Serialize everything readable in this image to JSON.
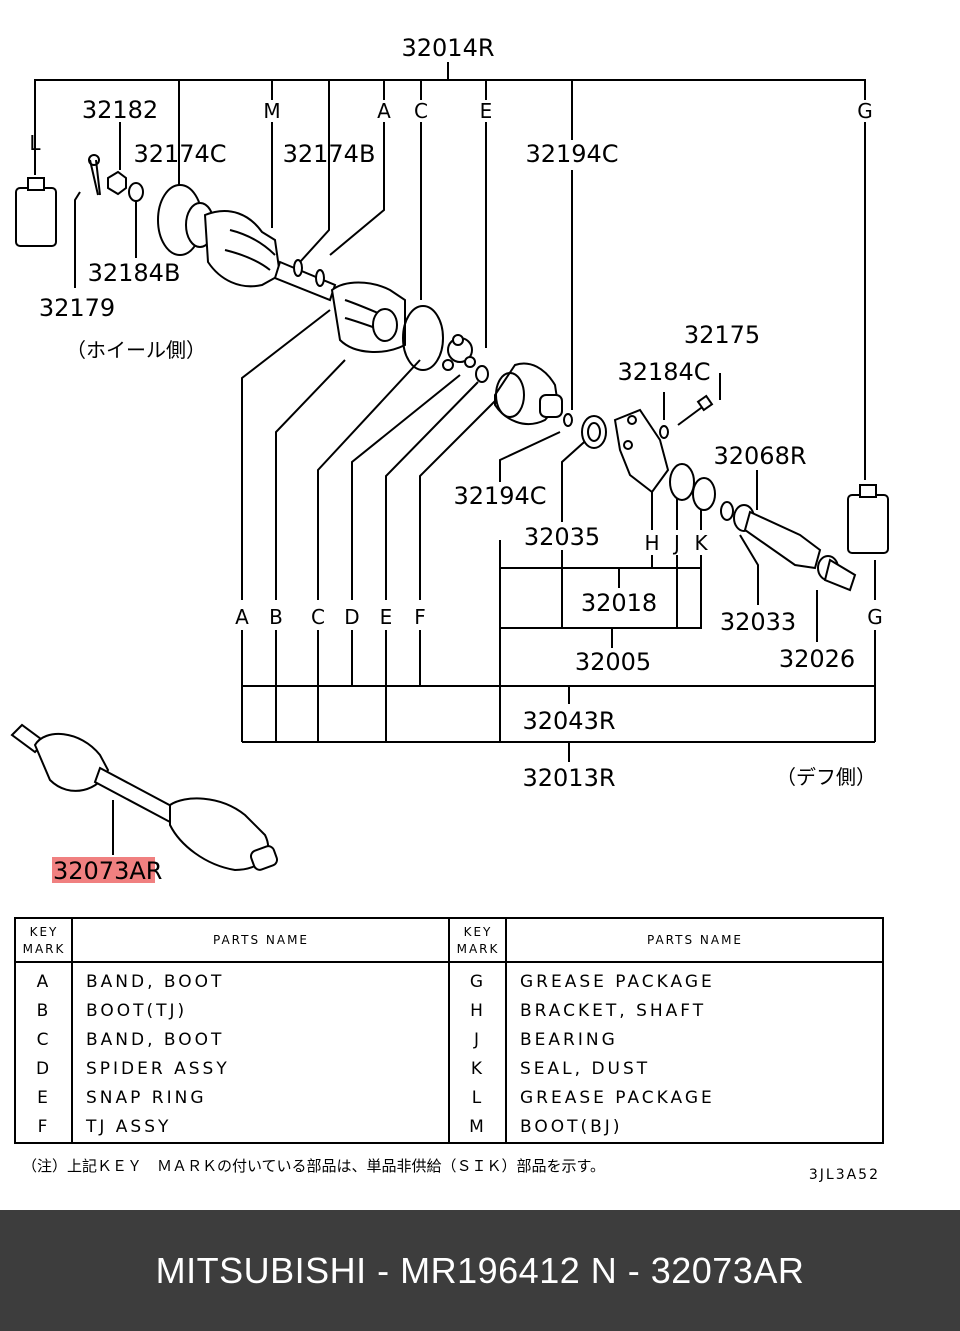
{
  "diagram": {
    "top_assembly_label": "32014R",
    "callouts": {
      "p32182": "32182",
      "p32174C": "32174C",
      "p32174B": "32174B",
      "p32194C_top": "32194C",
      "p32184B": "32184B",
      "p32179": "32179",
      "wheel_side": "（ホイール側）",
      "p32175": "32175",
      "p32184C": "32184C",
      "p32068R": "32068R",
      "p32194C_mid": "32194C",
      "p32035": "32035",
      "p32018": "32018",
      "p32005": "32005",
      "p32033": "32033",
      "p32026": "32026",
      "p32043R": "32043R",
      "p32013R": "32013R",
      "diff_side": "（デフ側）",
      "p32073AR_hl": "32073A",
      "p32073AR_tail": "R"
    },
    "letters": {
      "L": "L",
      "M": "M",
      "A": "A",
      "C": "C",
      "E": "E",
      "G": "G",
      "H": "H",
      "J": "J",
      "K": "K"
    },
    "bottom_letters": [
      "A",
      "B",
      "C",
      "D",
      "E",
      "F"
    ],
    "highlight_color": "#f08080"
  },
  "table": {
    "key_header": "KEY MARK",
    "key_header_line1": "KEY",
    "key_header_line2": "MARK",
    "name_header": "PARTS NAME",
    "left_rows": [
      {
        "key": "A",
        "name": "BAND, BOOT"
      },
      {
        "key": "B",
        "name": "BOOT(TJ)"
      },
      {
        "key": "C",
        "name": "BAND, BOOT"
      },
      {
        "key": "D",
        "name": "SPIDER ASSY"
      },
      {
        "key": "E",
        "name": "SNAP RING"
      },
      {
        "key": "F",
        "name": "TJ ASSY"
      }
    ],
    "right_rows": [
      {
        "key": "G",
        "name": "GREASE PACKAGE"
      },
      {
        "key": "H",
        "name": "BRACKET, SHAFT"
      },
      {
        "key": "J",
        "name": "BEARING"
      },
      {
        "key": "K",
        "name": "SEAL, DUST"
      },
      {
        "key": "L",
        "name": "GREASE PACKAGE"
      },
      {
        "key": "M",
        "name": "BOOT(BJ)"
      }
    ]
  },
  "note": "（注）上記ＫＥＹ　ＭＡＲＫの付いている部品は、単品非供給（ＳＩＫ）部品を示す。",
  "drawing_code": "3JL3A52",
  "footer": {
    "text": "MITSUBISHI - MR196412   N - 32073AR",
    "bg": "#3d3d3d"
  }
}
